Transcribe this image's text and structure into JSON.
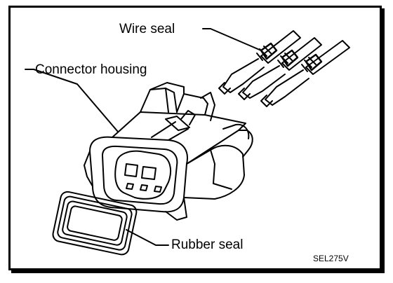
{
  "labels": {
    "wire_seal": "Wire seal",
    "connector_housing": "Connector housing",
    "rubber_seal": "Rubber seal",
    "figure_code": "SEL275V"
  },
  "colors": {
    "ink": "#000000",
    "paper": "#ffffff"
  }
}
